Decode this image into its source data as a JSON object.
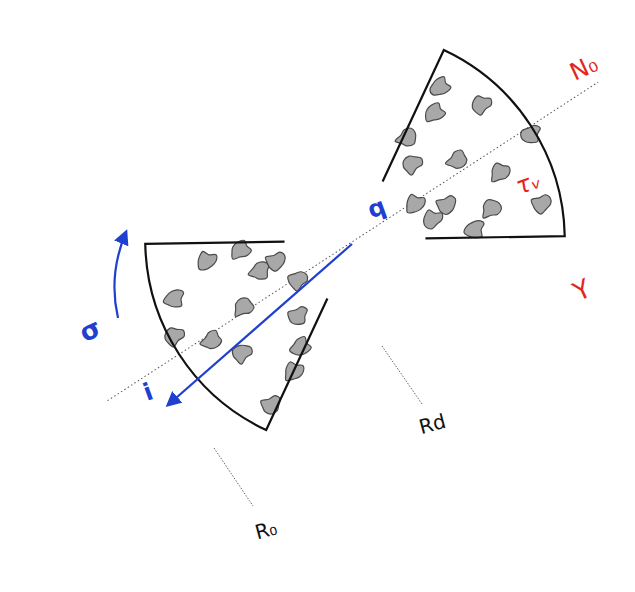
{
  "diagram": {
    "labels": [
      "N₀",
      "q",
      "τᵥ",
      "Y",
      "σ",
      "i",
      "Rd",
      "R₀"
    ]
  }
}
